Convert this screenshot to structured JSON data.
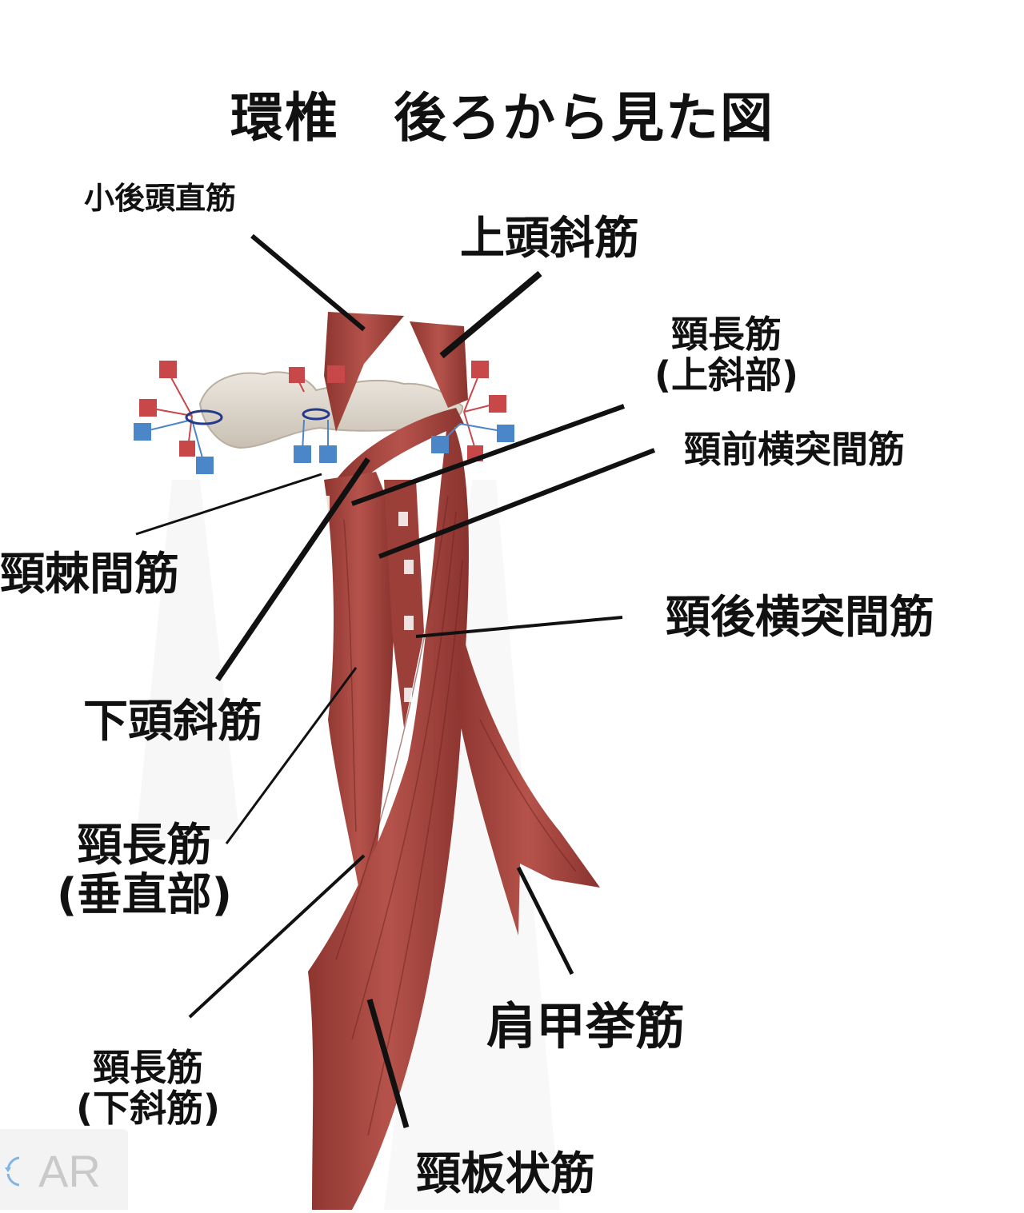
{
  "title": "環椎　後ろから見た図",
  "labels": {
    "rectus_capitis_posterior_minor": "小後頭直筋",
    "obliquus_capitis_superior": "上頭斜筋",
    "longus_colli_upper_1": "頸長筋",
    "longus_colli_upper_2": "(上斜部)",
    "intertransversarii_anterior": "頸前横突間筋",
    "interspinales_cervicis": "頸棘間筋",
    "intertransversarii_posterior": "頸後横突間筋",
    "obliquus_capitis_inferior": "下頭斜筋",
    "longus_colli_vertical_1": "頸長筋",
    "longus_colli_vertical_2": "(垂直部)",
    "longus_colli_lower_1": "頸長筋",
    "longus_colli_lower_2": "(下斜筋)",
    "levator_scapulae": "肩甲挙筋",
    "splenius_cervicis": "頸板状筋"
  },
  "ar_button": {
    "label": "AR"
  },
  "colors": {
    "muscle": "#a6463f",
    "muscle_dark": "#7d2b27",
    "bone": "#ddd6cc",
    "marker_red": "#c8484a",
    "marker_blue": "#4a86c8",
    "leader": "#111111"
  }
}
